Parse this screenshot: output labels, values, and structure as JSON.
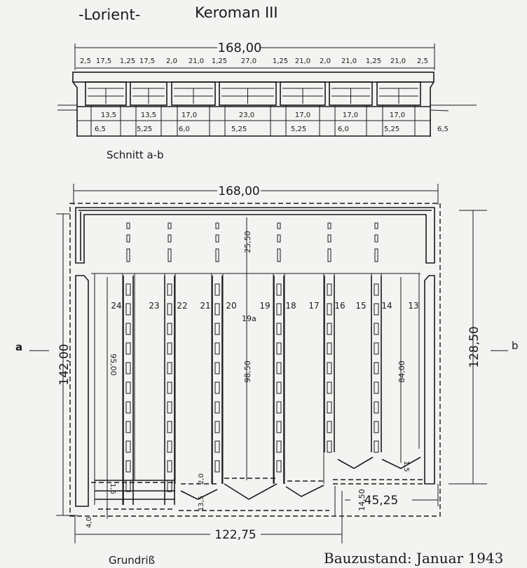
{
  "title": {
    "city": "-Lorient-",
    "name": "Keroman III"
  },
  "section": {
    "label": "Schnitt a-b",
    "overall": "168,00",
    "top_dims": [
      "2,5",
      "17,5",
      "1,25",
      "17,5",
      "2,0",
      "21,0",
      "1,25",
      "27,0",
      "1,25",
      "21,0",
      "2,0",
      "21,0",
      "1,25",
      "21,0",
      "2,5"
    ],
    "bay_widths": [
      "13,5",
      "13,5",
      "17,0",
      "23,0",
      "17,0",
      "17,0",
      "17,0"
    ],
    "depths": [
      "6,5",
      "5,25",
      "6,0",
      "5,25",
      "5,25",
      "6,0",
      "5,25",
      "6,5"
    ]
  },
  "plan": {
    "label": "Grundriß",
    "overall_width": "168,00",
    "overall_depth": "142,00",
    "right_depth": "128,50",
    "bottom_left": "122,75",
    "bottom_right": "45,25",
    "pen_numbers": [
      "24",
      "23",
      "22",
      "21",
      "20",
      "19",
      "18",
      "17",
      "16",
      "15",
      "14",
      "13"
    ],
    "pen_sub": "19a",
    "dims": {
      "d95": "95,00",
      "d25": "25,50",
      "d98": "98,50",
      "d84": "84,00",
      "d1450": "14,50",
      "d20": "2,0",
      "d135": "13,5",
      "d40": "4,0",
      "d15a": "1,5",
      "d15b": "1,5"
    },
    "section_marks": {
      "a": "a",
      "b": "b"
    }
  },
  "caption": "Bauzustand: Januar 1943"
}
